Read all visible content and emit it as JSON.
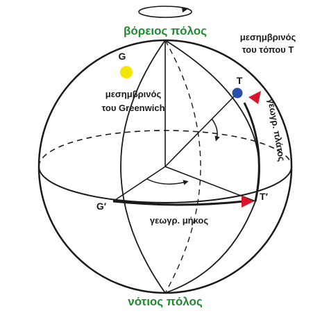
{
  "labels": {
    "north_pole": "βόρειος πόλος",
    "south_pole": "νότιος πόλος",
    "point_g": "G",
    "greenwich_meridian_line1": "μεσημβρινός",
    "greenwich_meridian_line2": "του Greenwich",
    "point_t": "T",
    "local_meridian_line1": "μεσημβρινός",
    "local_meridian_line2": "του τόπου T",
    "latitude": "γεωγρ. πλάτος",
    "point_g_prime": "G′",
    "point_t_prime": "T′",
    "longitude": "γεωγρ. μήκος"
  },
  "colors": {
    "outline": "#1a1a1a",
    "pole_text": "#1f8a2e",
    "point_g": "#f2e600",
    "point_t": "#2a4fa8",
    "arrow": "#d8152a"
  },
  "icons": {
    "rotation": "rotation-arrow-icon"
  }
}
